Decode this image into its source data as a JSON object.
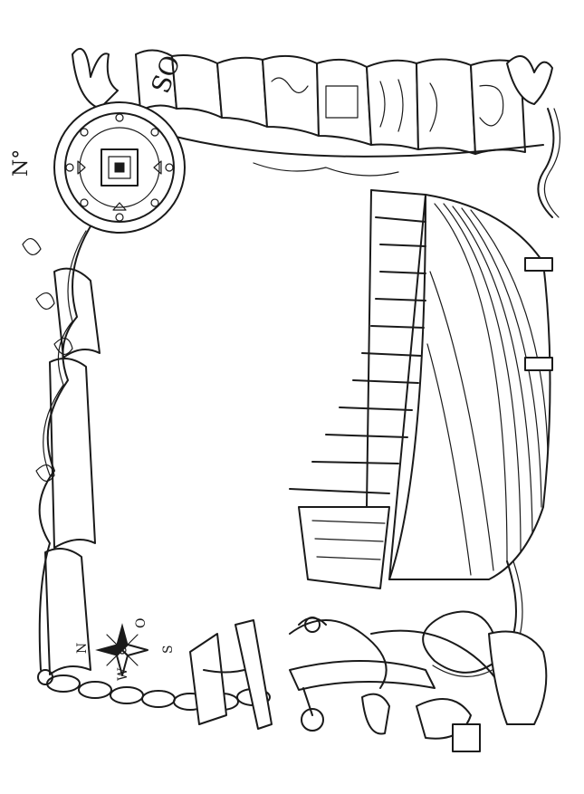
{
  "compass_rose": {
    "north": "N",
    "east": "O",
    "south": "S",
    "west": "W"
  },
  "porthole": {
    "marking": "N°"
  },
  "banner": {
    "fragment_left": "SO"
  },
  "colors": {
    "ink": "#1a1a1a",
    "paper": "#ffffff"
  }
}
